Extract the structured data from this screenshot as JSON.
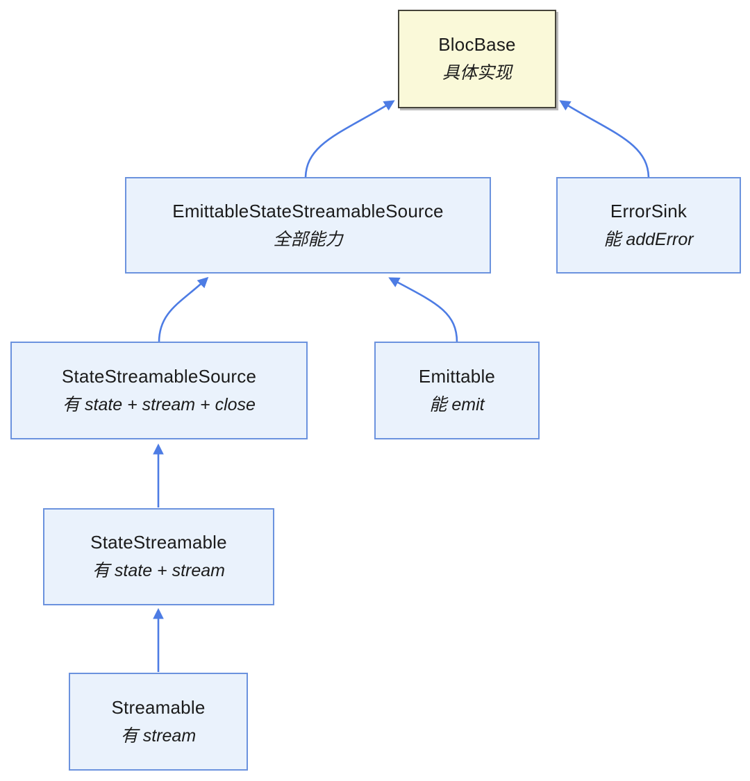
{
  "colors": {
    "background": "#ffffff",
    "arrow": "#4d7ce4",
    "interface_fill": "#eaf2fc",
    "interface_border": "#6b92de",
    "concrete_fill": "#faf9d9",
    "concrete_border": "#45443a",
    "text": "#1b1b1b"
  },
  "nodes": [
    {
      "id": "blocbase",
      "title": "BlocBase",
      "subtitle": "具体实现",
      "kind": "concrete"
    },
    {
      "id": "emittable-state-streamable-source",
      "title": "EmittableStateStreamableSource",
      "subtitle": "全部能力",
      "kind": "interface"
    },
    {
      "id": "error-sink",
      "title": "ErrorSink",
      "subtitle": "能 addError",
      "kind": "interface"
    },
    {
      "id": "state-streamable-source",
      "title": "StateStreamableSource",
      "subtitle": "有 state + stream + close",
      "kind": "interface"
    },
    {
      "id": "emittable",
      "title": "Emittable",
      "subtitle": "能 emit",
      "kind": "interface"
    },
    {
      "id": "state-streamable",
      "title": "StateStreamable",
      "subtitle": "有 state + stream",
      "kind": "interface"
    },
    {
      "id": "streamable",
      "title": "Streamable",
      "subtitle": "有 stream",
      "kind": "interface"
    }
  ],
  "edges": [
    {
      "from": "EmittableStateStreamableSource",
      "to": "BlocBase"
    },
    {
      "from": "ErrorSink",
      "to": "BlocBase"
    },
    {
      "from": "StateStreamableSource",
      "to": "EmittableStateStreamableSource"
    },
    {
      "from": "Emittable",
      "to": "EmittableStateStreamableSource"
    },
    {
      "from": "StateStreamable",
      "to": "StateStreamableSource"
    },
    {
      "from": "Streamable",
      "to": "StateStreamable"
    }
  ]
}
